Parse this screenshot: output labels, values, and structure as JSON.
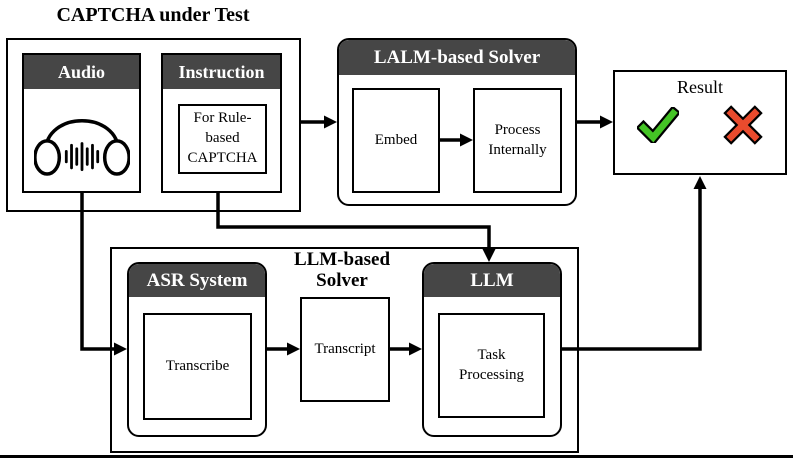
{
  "diagram": {
    "captcha_under_test": {
      "title": "CAPTCHA under Test",
      "audio": {
        "header": "Audio",
        "icon": "headphones-icon"
      },
      "instruction": {
        "header": "Instruction",
        "note_lines": [
          "For Rule-",
          "based",
          "CAPTCHA"
        ]
      }
    },
    "lalm_solver": {
      "header": "LALM-based Solver",
      "embed_label": "Embed",
      "process_lines": [
        "Process",
        "Internally"
      ]
    },
    "llm_solver": {
      "title_lines": [
        "LLM-based",
        "Solver"
      ],
      "asr": {
        "header": "ASR System",
        "step_label": "Transcribe"
      },
      "transcript_label": "Transcript",
      "llm": {
        "header": "LLM",
        "step_lines": [
          "Task",
          "Processing"
        ]
      }
    },
    "result": {
      "label": "Result",
      "success_icon": "check-icon",
      "failure_icon": "cross-icon"
    },
    "colors": {
      "header_bg": "#464646",
      "line": "#000000",
      "check_green": "#44c425",
      "cross_red": "#e94b2d"
    }
  }
}
